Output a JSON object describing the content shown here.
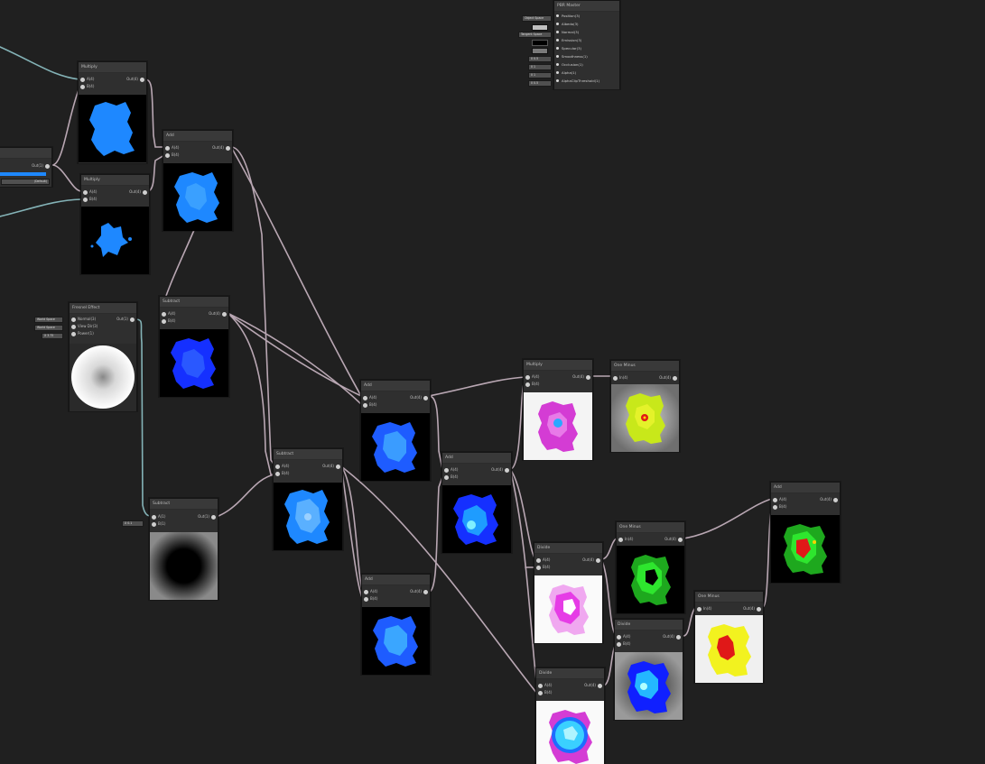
{
  "nodes": {
    "pbr": {
      "title": "PBR Master",
      "inputs": [
        "Position(3)",
        "Albedo(3)",
        "Normal(3)",
        "Emission(3)",
        "Specular(3)",
        "Smoothness(1)",
        "Occlusion(1)",
        "Alpha(1)",
        "AlphaClipThreshold(1)"
      ],
      "fields": [
        "Object Space",
        "",
        "Tangent Space",
        "",
        "",
        "0 0.5",
        "0 1",
        "0 1",
        "0 0.5"
      ]
    },
    "multiply_top": {
      "title": "Multiply",
      "in_a": "A(4)",
      "in_b": "B(4)",
      "out": "Out(4)"
    },
    "multiply_mid": {
      "title": "Multiply",
      "in_a": "A(4)",
      "in_b": "B(4)",
      "out": "Out(4)"
    },
    "add_top": {
      "title": "Add",
      "in_a": "A(4)",
      "in_b": "B(4)",
      "out": "Out(4)"
    },
    "slider_node": {
      "title": "",
      "out": "Out(1)",
      "default_label": "(Default)"
    },
    "fresnel": {
      "title": "Fresnel Effect",
      "in1": "Normal(3)",
      "in2": "View Dir(3)",
      "in3": "Power(1)",
      "out": "Out(1)",
      "chip1": "World Space",
      "chip2": "World Space",
      "chip3": "X 3.75"
    },
    "subtract_1": {
      "title": "Subtract",
      "in_a": "A(4)",
      "in_b": "B(4)",
      "out": "Out(4)"
    },
    "subtract_2": {
      "title": "Subtract",
      "in_a": "A(1)",
      "in_b": "B(1)",
      "out": "Out(1)",
      "chip": "X 0.1"
    },
    "subtract_3": {
      "title": "Subtract",
      "in_a": "A(4)",
      "in_b": "B(4)",
      "out": "Out(4)"
    },
    "add_mid": {
      "title": "Add",
      "in_a": "A(4)",
      "in_b": "B(4)",
      "out": "Out(4)"
    },
    "add_low": {
      "title": "Add",
      "in_a": "A(4)",
      "in_b": "B(4)",
      "out": "Out(4)"
    },
    "add_right": {
      "title": "Add",
      "in_a": "A(4)",
      "in_b": "B(4)",
      "out": "Out(4)"
    },
    "multiply_right": {
      "title": "Multiply",
      "in_a": "A(4)",
      "in_b": "B(4)",
      "out": "Out(4)"
    },
    "oneminus_1": {
      "title": "One Minus",
      "in": "In(4)",
      "out": "Out(4)"
    },
    "divide_1": {
      "title": "Divide",
      "in_a": "A(4)",
      "in_b": "B(4)",
      "out": "Out(4)"
    },
    "divide_2": {
      "title": "Divide",
      "in_a": "A(4)",
      "in_b": "B(4)",
      "out": "Out(4)"
    },
    "divide_3": {
      "title": "Divide",
      "in_a": "A(4)",
      "in_b": "B(4)",
      "out": "Out(4)"
    },
    "oneminus_2": {
      "title": "One Minus",
      "in": "In(4)",
      "out": "Out(4)"
    },
    "oneminus_3": {
      "title": "One Minus",
      "in": "In(4)",
      "out": "Out(4)"
    },
    "add_final": {
      "title": "Add",
      "in_a": "A(4)",
      "in_b": "B(4)",
      "out": "Out(4)"
    }
  },
  "colors": {
    "background": "#202020",
    "node": "#393939",
    "wire_vector": "#b9a7b3",
    "wire_float": "#84b3b7",
    "blue": "#1e88ff",
    "deep_blue": "#1530ff",
    "magenta": "#e63ce6",
    "yellow": "#f2f21f",
    "green": "#2ee62e",
    "red": "#e01818"
  }
}
